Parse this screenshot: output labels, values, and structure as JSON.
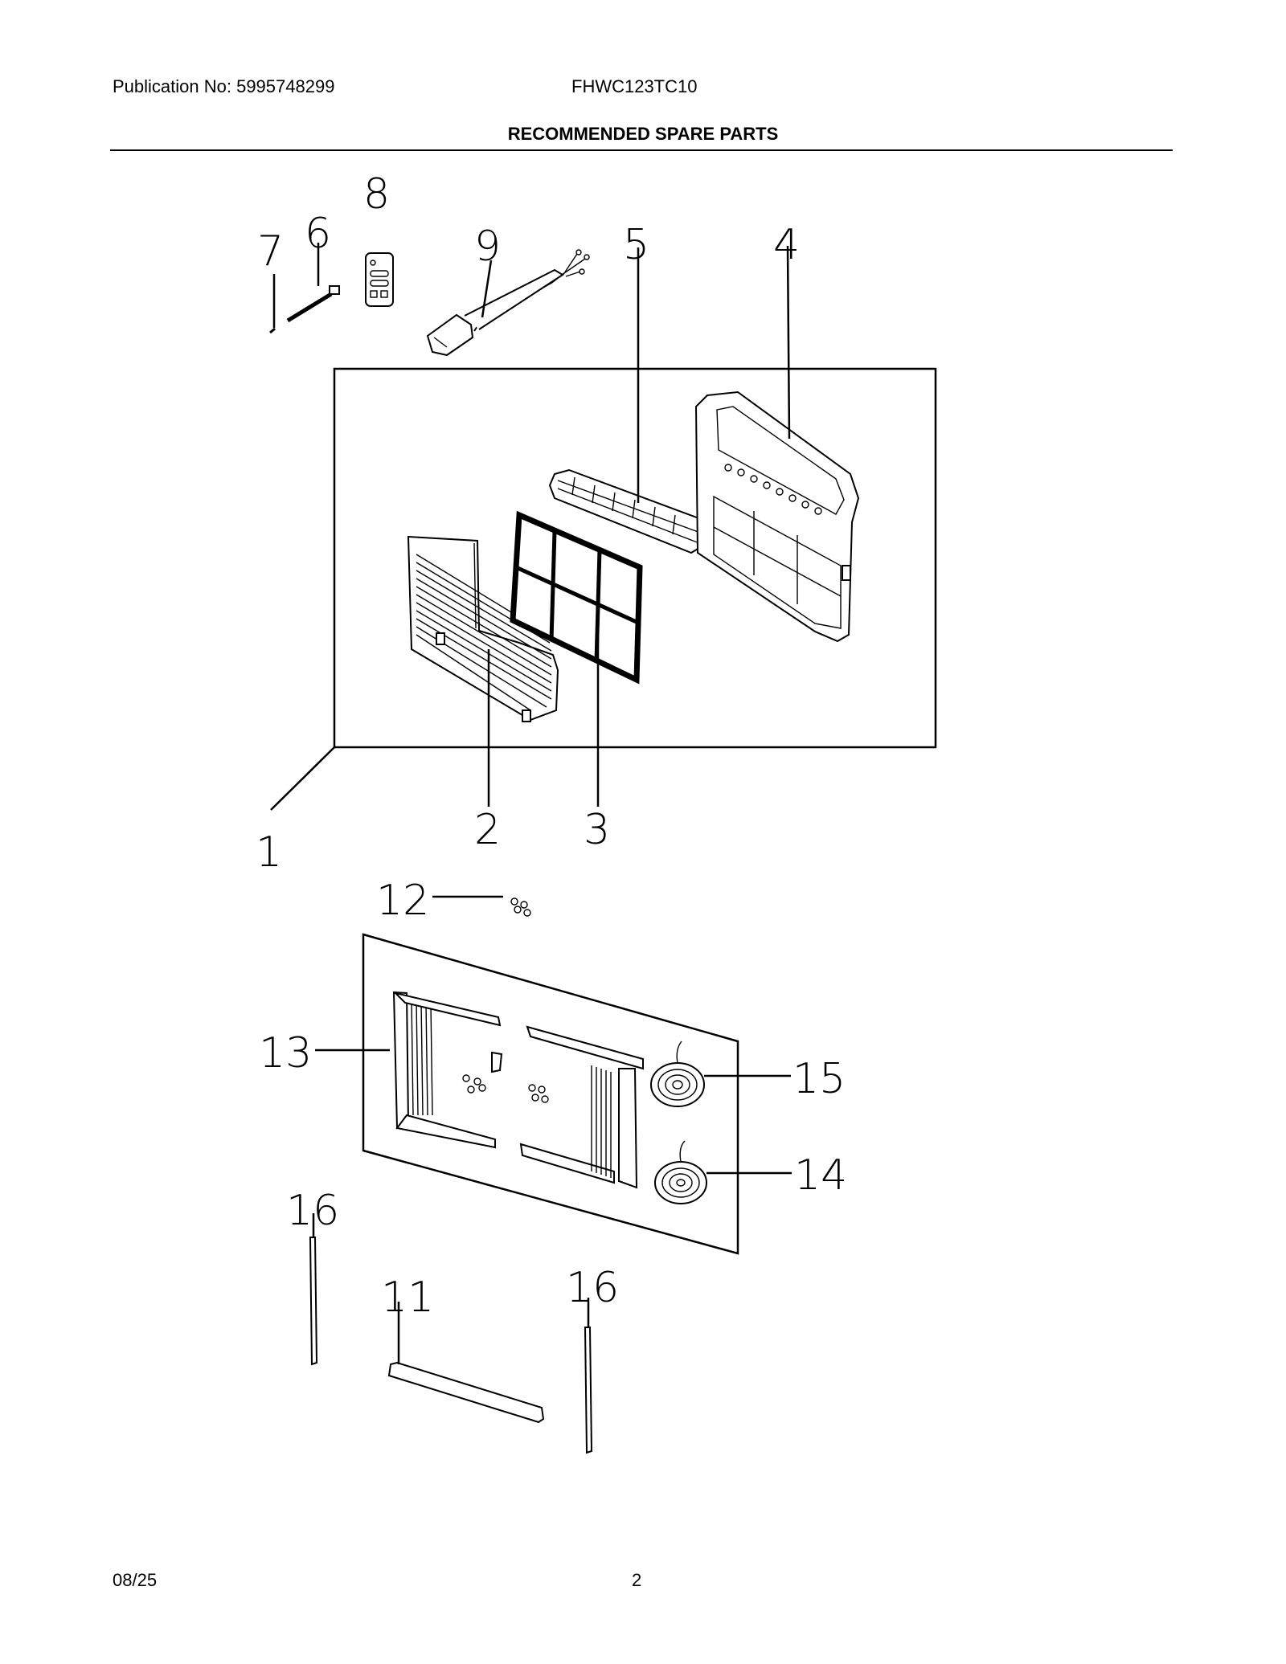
{
  "header": {
    "publication": "Publication No: 5995748299",
    "model": "FHWC123TC10",
    "title": "RECOMMENDED SPARE PARTS"
  },
  "footer": {
    "date": "08/25",
    "page": "2"
  },
  "callouts": {
    "c1": "1",
    "c2": "2",
    "c3": "3",
    "c4": "4",
    "c5": "5",
    "c6": "6",
    "c7": "7",
    "c8": "8",
    "c9": "9",
    "c11": "11",
    "c12": "12",
    "c13": "13",
    "c14": "14",
    "c15": "15",
    "c16a": "16",
    "c16b": "16"
  }
}
